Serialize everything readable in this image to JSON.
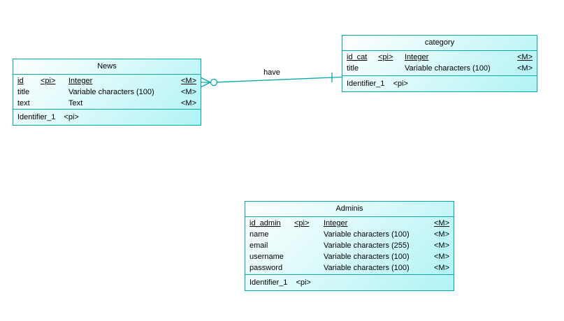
{
  "canvas": {
    "background": "#ffffff",
    "accent_color": "#00a8a8",
    "fill_gradient_from": "#ffffff",
    "fill_gradient_to": "#b0f3f5",
    "text_color": "#000000"
  },
  "entities": [
    {
      "title": "News",
      "attributes": [
        {
          "name": "id",
          "pi": "<pi>",
          "type": "Integer",
          "mandatory": "<M>"
        },
        {
          "name": "title",
          "pi": "",
          "type": "Variable characters (100)",
          "mandatory": "<M>"
        },
        {
          "name": "text",
          "pi": "",
          "type": "Text",
          "mandatory": "<M>"
        }
      ],
      "identifier": {
        "name": "Identifier_1",
        "tag": "<pi>"
      }
    },
    {
      "title": "category",
      "attributes": [
        {
          "name": "id_cat",
          "pi": "<pi>",
          "type": "Integer",
          "mandatory": "<M>"
        },
        {
          "name": "title",
          "pi": "",
          "type": "Variable characters (100)",
          "mandatory": "<M>"
        }
      ],
      "identifier": {
        "name": "Identifier_1",
        "tag": "<pi>"
      }
    },
    {
      "title": "Adminis",
      "attributes": [
        {
          "name": "id_admin",
          "pi": "<pi>",
          "type": "Integer",
          "mandatory": "<M>"
        },
        {
          "name": "name",
          "pi": "",
          "type": "Variable characters (100)",
          "mandatory": "<M>"
        },
        {
          "name": "email",
          "pi": "",
          "type": "Variable characters (255)",
          "mandatory": "<M>"
        },
        {
          "name": "username",
          "pi": "",
          "type": "Variable characters (100)",
          "mandatory": "<M>"
        },
        {
          "name": "password",
          "pi": "",
          "type": "Variable characters (100)",
          "mandatory": "<M>"
        }
      ],
      "identifier": {
        "name": "Identifier_1",
        "tag": "<pi>"
      }
    }
  ],
  "relationship": {
    "label": "have",
    "from_entity": "News",
    "to_entity": "category",
    "from_symbol": "crowfoot-zero-or-many-icon",
    "to_symbol": "one-bar-icon"
  }
}
